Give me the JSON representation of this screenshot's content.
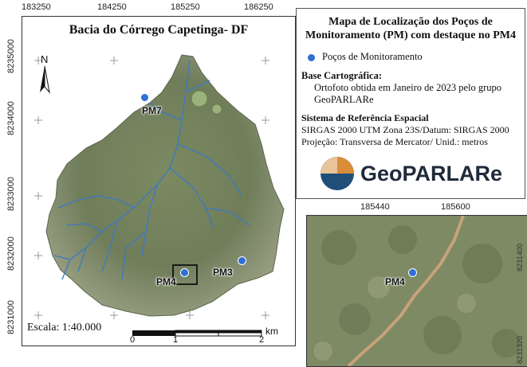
{
  "map": {
    "title": "Bacia do Córrego Capetinga- DF",
    "north_label": "N",
    "x_ticks": [
      "183250",
      "184250",
      "185250",
      "186250"
    ],
    "y_ticks": [
      "8235000",
      "8234000",
      "8233000",
      "8232000",
      "8231000"
    ],
    "wells": [
      {
        "label": "PM7"
      },
      {
        "label": "PM3"
      },
      {
        "label": "PM4"
      }
    ],
    "scale_label": "Escala: 1:40.000",
    "scale_numbers": [
      "0",
      "1",
      "2"
    ],
    "scale_unit": "km"
  },
  "legend": {
    "title_line1": "Mapa de Localização dos Poços de",
    "title_line2": "Monitoramento (PM) com destaque no PM4",
    "symbol_label": "Poços de Monitoramento",
    "symbol_color": "#2f6fd6",
    "base_heading": "Base Cartográfica:",
    "base_line1": "Ortofoto obtida em Janeiro de 2023 pelo grupo",
    "base_line2": "GeoPARLARe",
    "srs_heading": "Sistema de Referência Espacial",
    "srs_line1": "SIRGAS 2000 UTM Zona 23S/Datum: SIRGAS 2000",
    "srs_line2": "Projeção: Transversa de Mercator/ Unid.: metros",
    "logo_text": "GeoPARLARe"
  },
  "inset": {
    "x_ticks": [
      "185440",
      "185600"
    ],
    "right_ticks": [
      "8231400",
      "8231320"
    ],
    "well_label": "PM4"
  }
}
